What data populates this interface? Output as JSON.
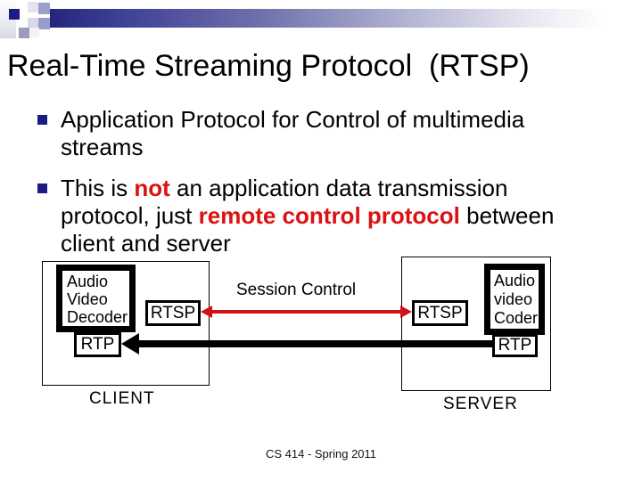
{
  "slide": {
    "title": "Real-Time Streaming Protocol  (RTSP)",
    "footer": "CS 414 - Spring 2011"
  },
  "bullets": {
    "b1": {
      "p0": "Application Protocol for Control of multimedia streams"
    },
    "b2": {
      "p0": "This is ",
      "p1": "not",
      "p2": " an application data transmission protocol, just ",
      "p3": "remote control protocol",
      "p4": " between client and server"
    }
  },
  "diagram": {
    "session_control": "Session Control",
    "client": {
      "label": "CLIENT",
      "decoder_line1": "Audio",
      "decoder_line2": "Video",
      "decoder_line3": "Decoder",
      "rtsp": "RTSP",
      "rtp": "RTP"
    },
    "server": {
      "label": "SERVER",
      "coder_line1": "Audio",
      "coder_line2": "video",
      "coder_line3": "Coder",
      "rtsp": "RTSP",
      "rtp": "RTP"
    }
  },
  "colors": {
    "accent_navy": "#1b1b85",
    "header_bar_navy": "#25257c",
    "emphasis_red": "#dd1111",
    "arrow_red": "#cf1212",
    "arrow_black": "#000000"
  }
}
